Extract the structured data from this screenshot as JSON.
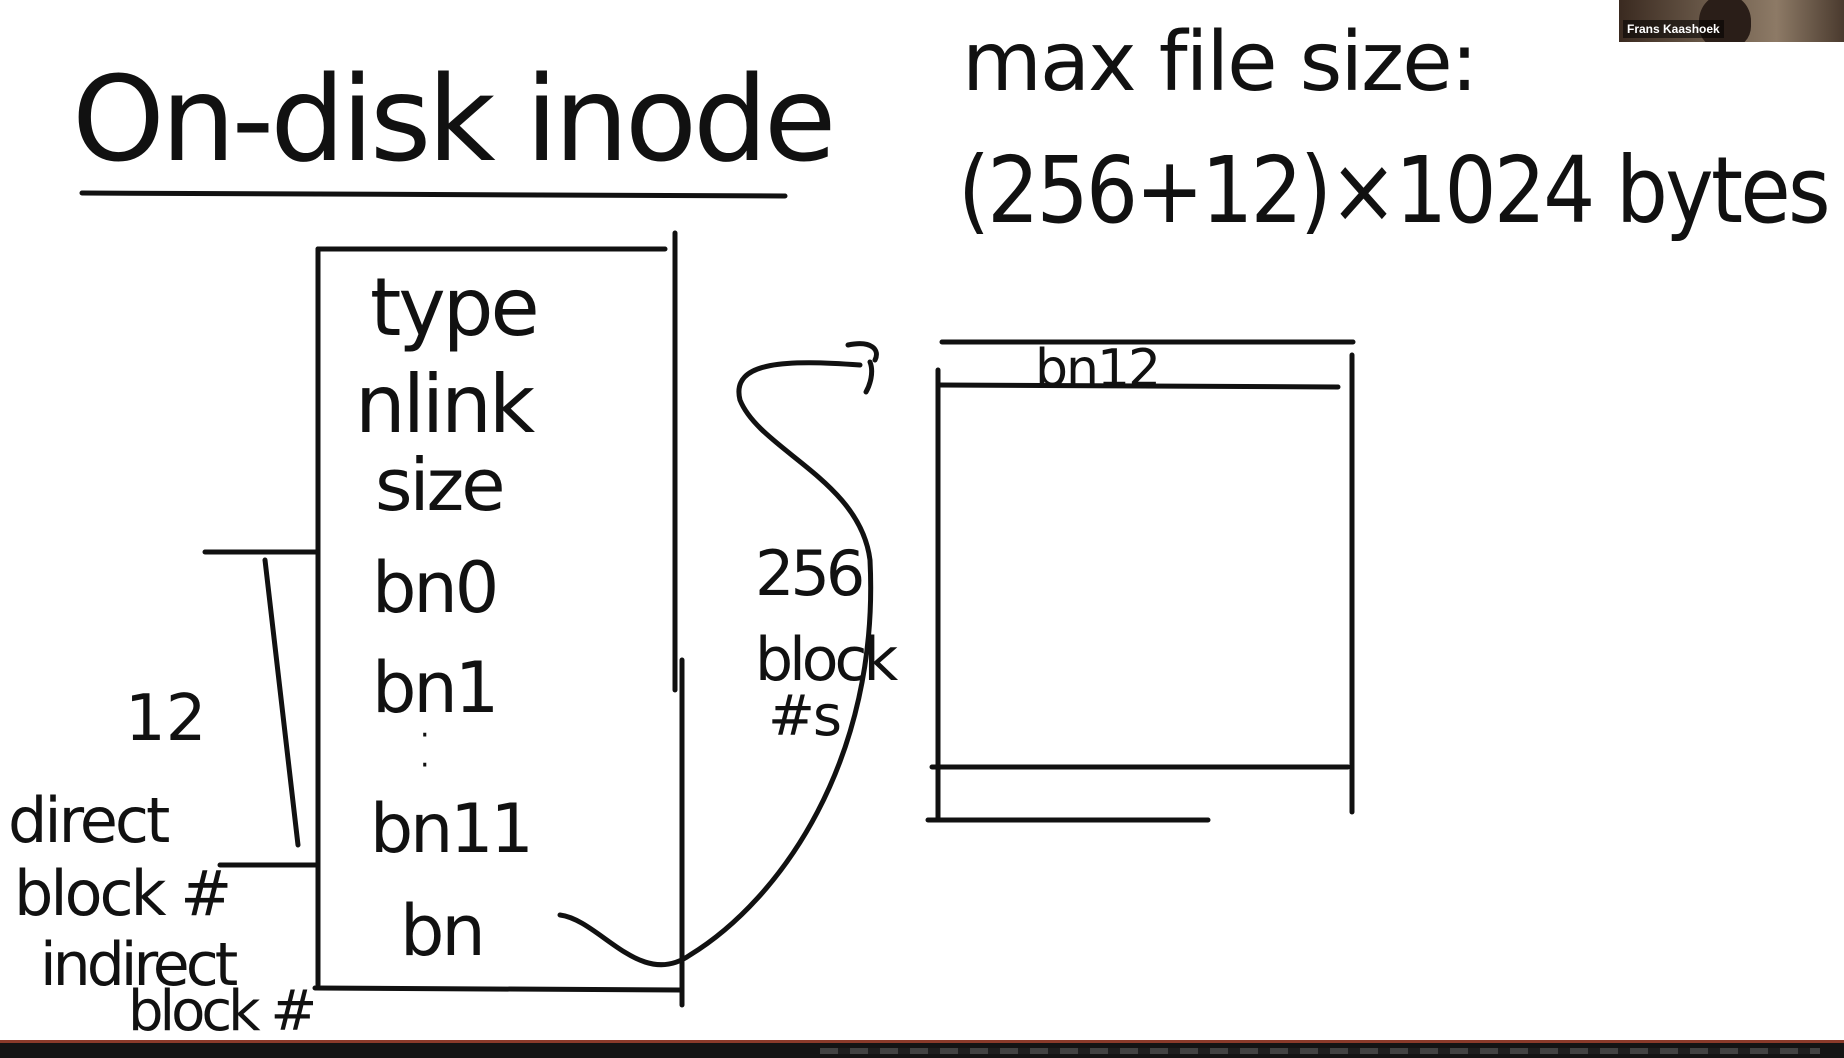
{
  "title": "On-disk inode",
  "max_file_size": {
    "label": "max file size:",
    "formula": "(256+12)×1024 bytes"
  },
  "inode_fields": [
    "type",
    "nlink",
    "size",
    "bn0",
    "bn1",
    "·",
    "·",
    "bn11",
    "bn"
  ],
  "annotations": {
    "count": "12",
    "direct_line1": "direct",
    "direct_line2": "block #",
    "indirect_line1": "indirect",
    "indirect_line2": "block #"
  },
  "indirect_note": {
    "count": "256",
    "line1": "block",
    "line2": "#s"
  },
  "indirect_block": {
    "first_entry": "bn12"
  },
  "participant": {
    "name": "Frans Kaashoek"
  }
}
